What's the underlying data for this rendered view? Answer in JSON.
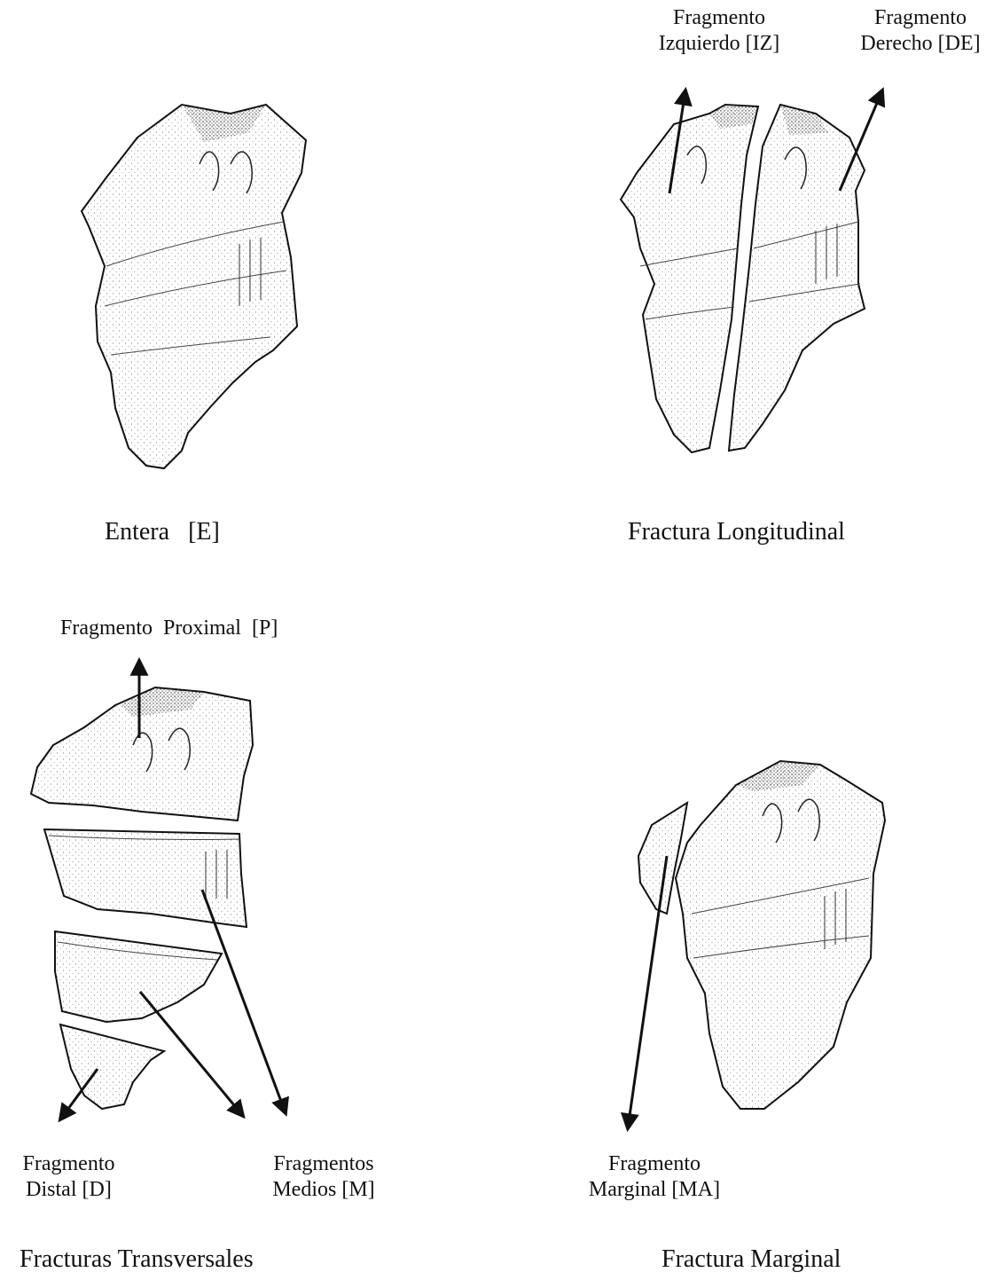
{
  "panels": {
    "entera": {
      "caption": "Entera   [E]"
    },
    "longitudinal": {
      "caption": "Fractura Longitudinal",
      "left_label": [
        "Fragmento",
        "Izquierdo [IZ]"
      ],
      "right_label": [
        "Fragmento",
        "Derecho [DE]"
      ]
    },
    "transversal": {
      "caption": "Fracturas Transversales",
      "proximal_label": "Fragmento  Proximal  [P]",
      "distal_label": [
        "Fragmento",
        "Distal [D]"
      ],
      "medios_label": [
        "Fragmentos",
        "Medios [M]"
      ]
    },
    "marginal": {
      "caption": "Fractura Marginal",
      "marginal_label": [
        "Fragmento",
        "Marginal [MA]"
      ]
    }
  },
  "colors": {
    "ink": "#111111",
    "fill": "#f2f2f2",
    "shade": "#8a8a8a"
  }
}
